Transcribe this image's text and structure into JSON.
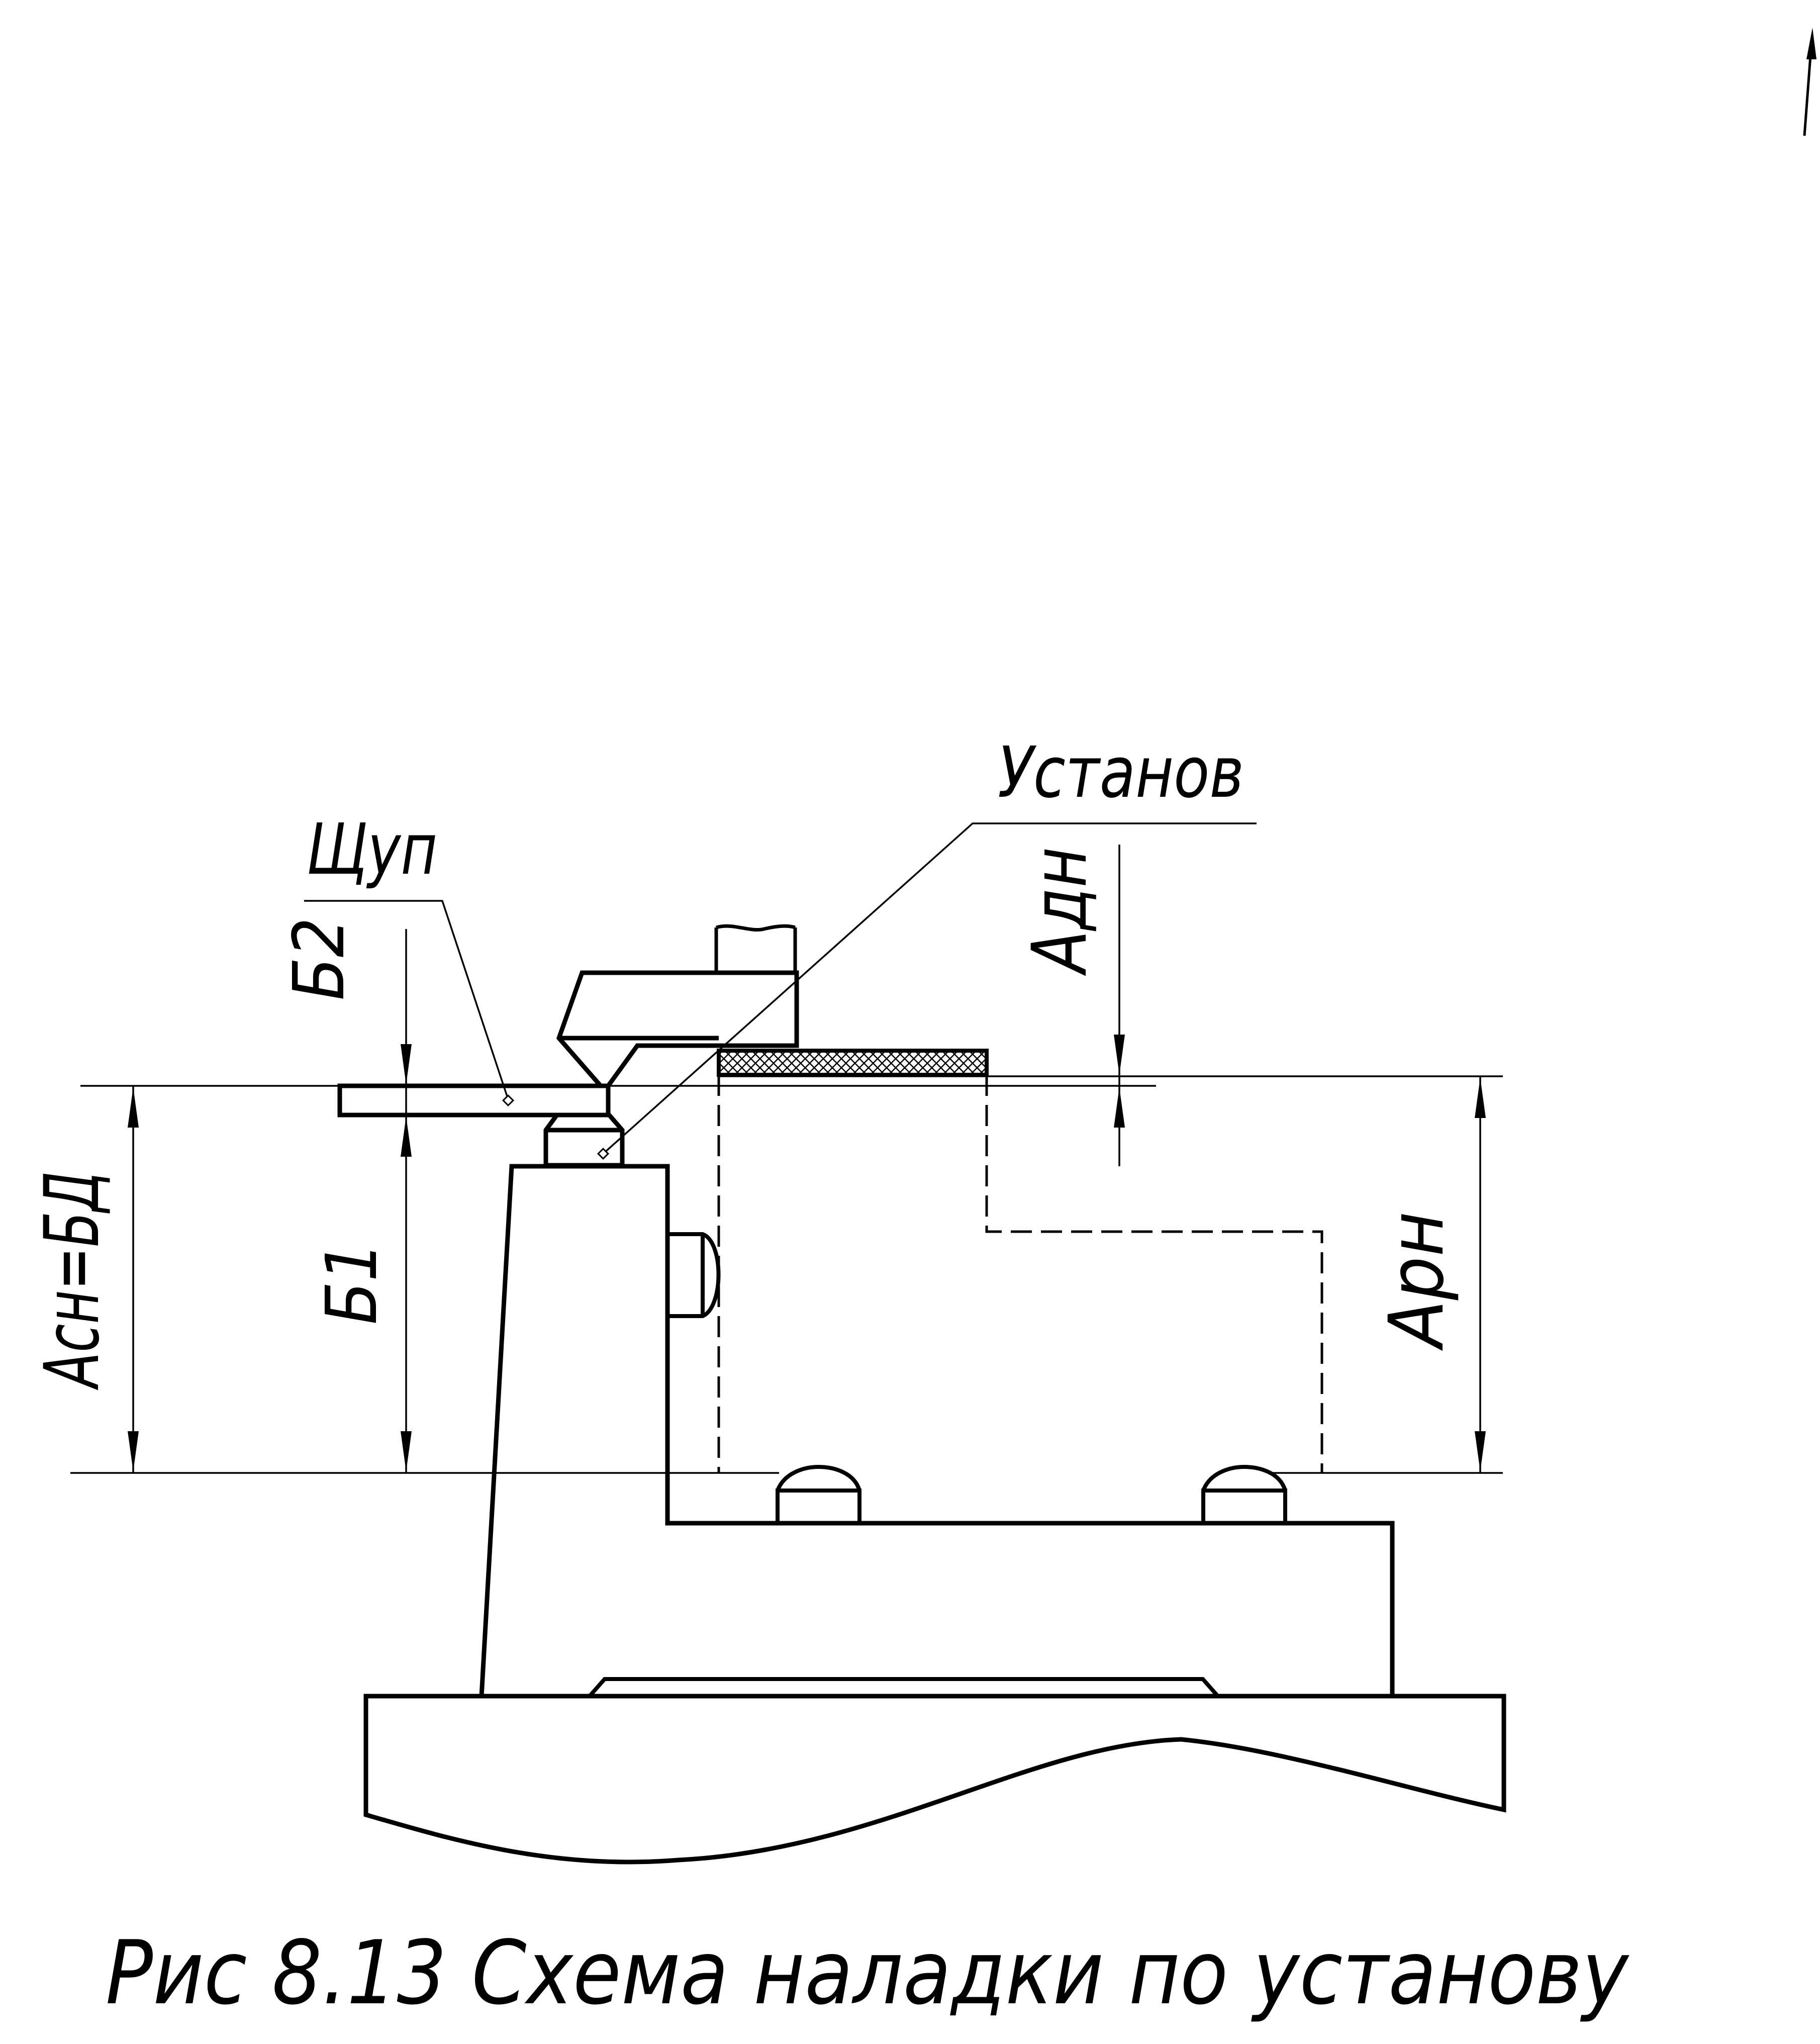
{
  "labels": {
    "probe": "Щуп",
    "setter": "Установ",
    "a_dn": "Адн",
    "b2": "Б2",
    "a_sn_bd": "Асн=БД",
    "b1": "Б1",
    "a_rn": "Арн"
  },
  "caption": "Рис 8.13 Схема наладки по установу"
}
